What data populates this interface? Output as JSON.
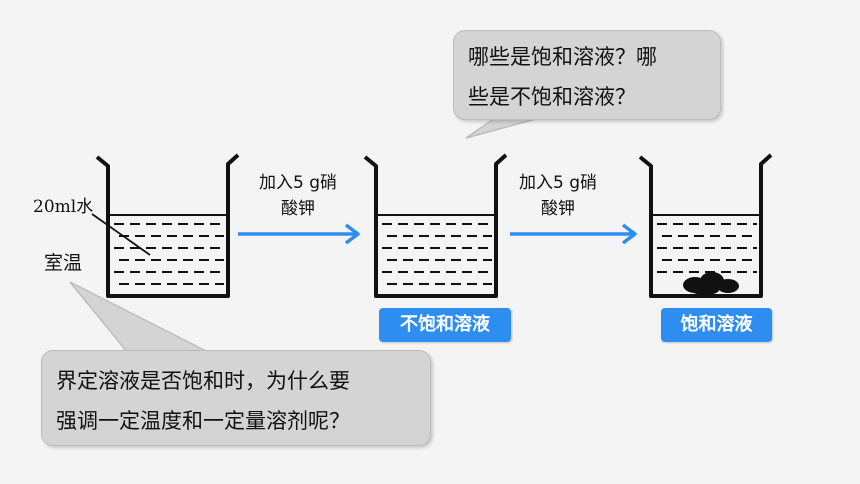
{
  "bubble_top": {
    "line1": "哪些是饱和溶液？哪",
    "line2": "些是不饱和溶液？"
  },
  "bubble_bottom": {
    "line1": "界定溶液是否饱和时，为什么要",
    "line2": "强调一定温度和一定量溶剂呢？"
  },
  "beaker1": {
    "volume_label": "20ml水",
    "temp_label": "室温"
  },
  "step1": {
    "line1": "加入5 g硝",
    "line2": "酸钾"
  },
  "step2": {
    "line1": "加入5 g硝",
    "line2": "酸钾"
  },
  "tag_unsaturated": "不饱和溶液",
  "tag_saturated": "饱和溶液",
  "colors": {
    "arrow": "#2e8df0",
    "tag_bg": "#2e8df0",
    "bubble_bg": "#d4d4d4",
    "beaker": "#111111"
  }
}
